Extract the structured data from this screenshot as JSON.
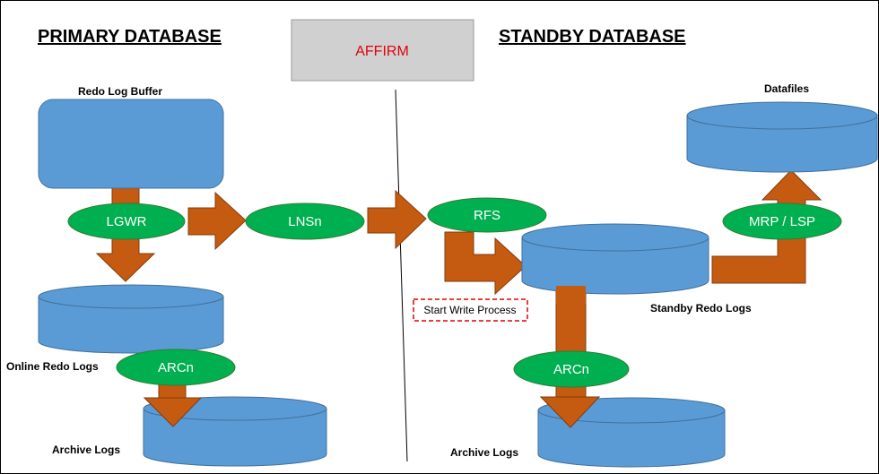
{
  "titles": {
    "primary": "PRIMARY DATABASE",
    "standby": "STANDBY DATABASE"
  },
  "mode_box": "AFFIRM",
  "labels": {
    "redo_log_buffer": "Redo Log Buffer",
    "online_redo_logs": "Online Redo Logs",
    "archive_logs_primary": "Archive Logs",
    "archive_logs_standby": "Archive Logs",
    "datafiles": "Datafiles",
    "standby_redo_logs": "Standby Redo Logs",
    "start_write_process": "Start Write Process"
  },
  "processes": {
    "lgwr": "LGWR",
    "lnsn": "LNSn",
    "rfs": "RFS",
    "arcn_primary": "ARCn",
    "arcn_standby": "ARCn",
    "mrp_lsp": "MRP / LSP"
  },
  "colors": {
    "storage_fill": "#5b9bd5",
    "storage_stroke": "#41719c",
    "process_fill": "#00b050",
    "arrow_fill": "#c55a11",
    "arrow_stroke": "#843c0c",
    "affirm_box": "#d0d0d0",
    "affirm_text": "#e0000a",
    "dashed_box": "#e00000"
  }
}
